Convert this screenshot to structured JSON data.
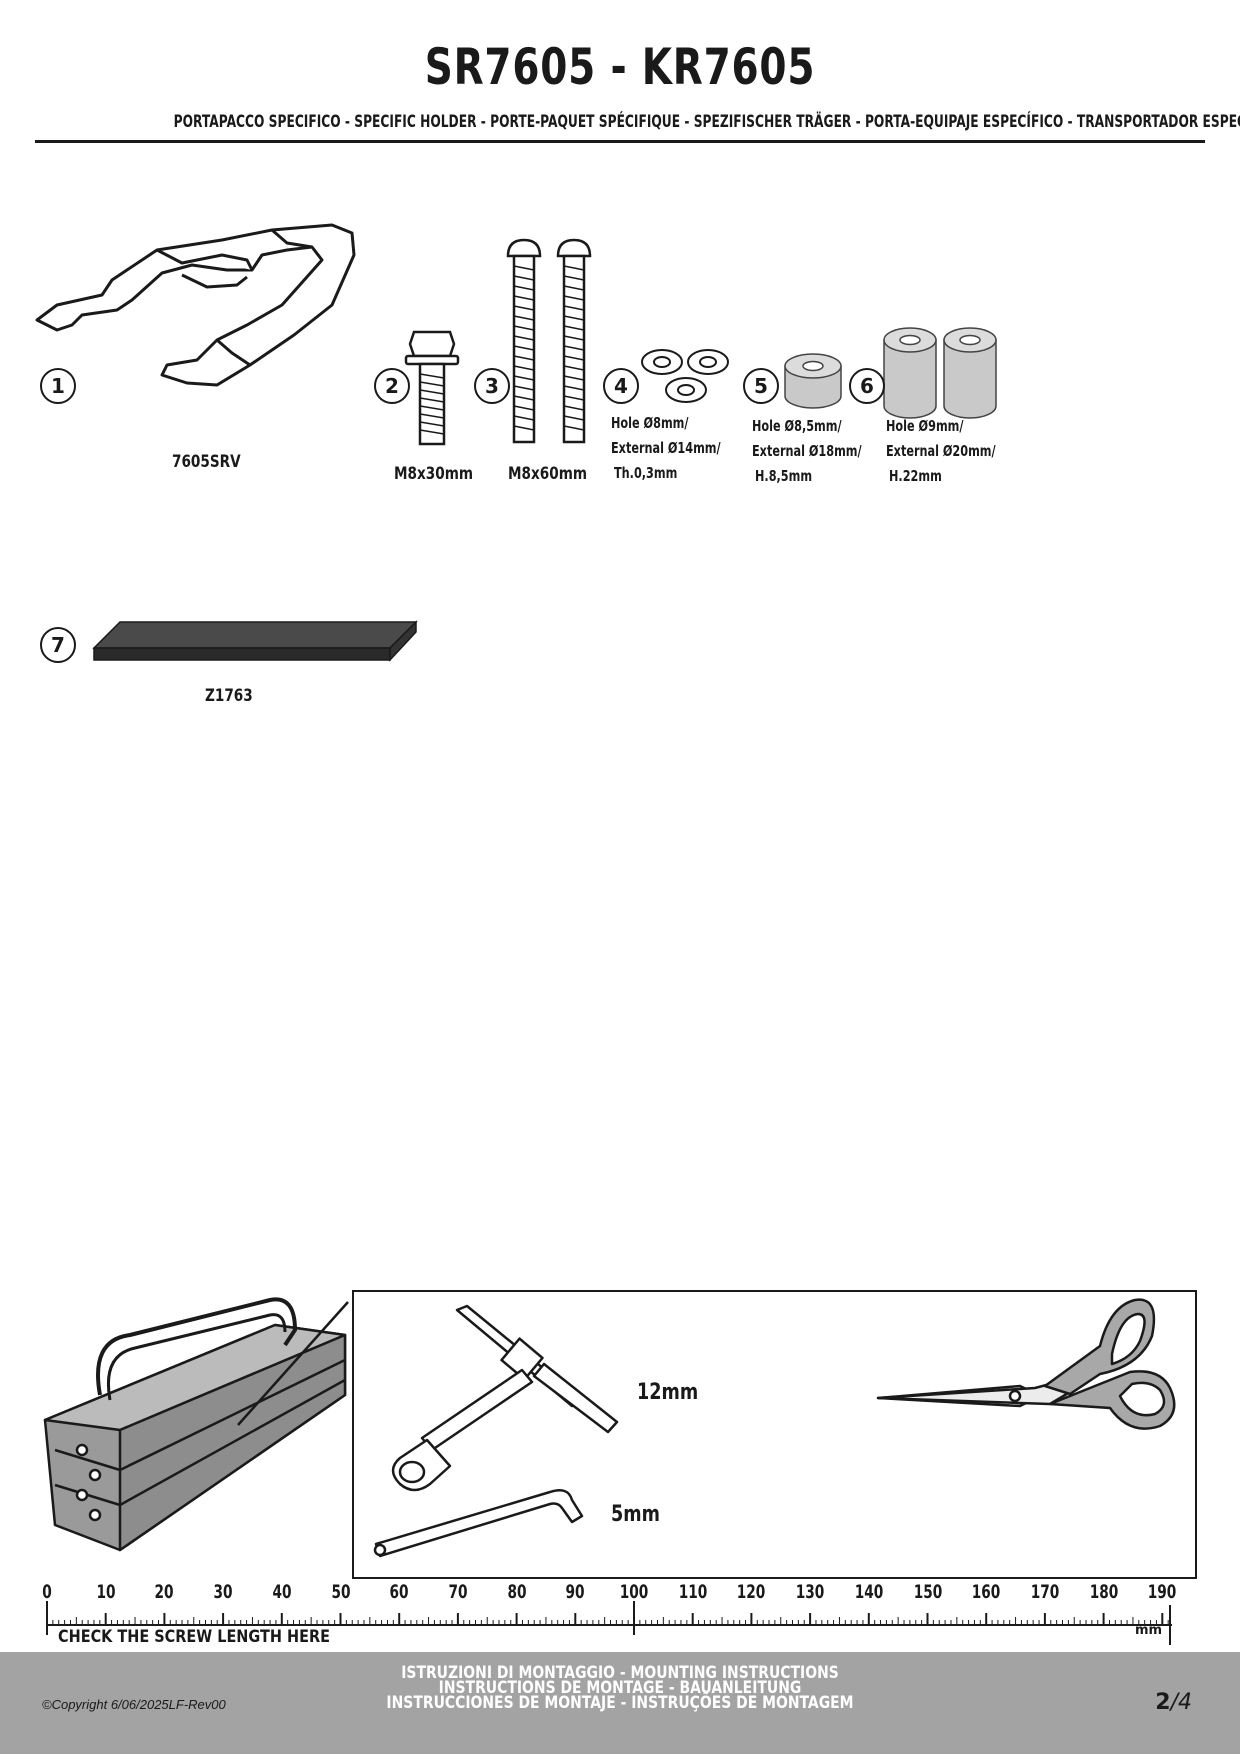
{
  "header": {
    "title": "SR7605 - KR7605",
    "subtitle": "PORTAPACCO SPECIFICO - SPECIFIC HOLDER - PORTE-PAQUET SPÉCIFIQUE - SPEZIFISCHER TRÄGER - PORTA-EQUIPAJE ESPECÍFICO - TRANSPORTADOR ESPECÍFICO"
  },
  "parts": [
    {
      "num": "1",
      "label": "7605SRV",
      "icon": "rack-icon"
    },
    {
      "num": "2",
      "label": "M8x30mm",
      "icon": "bolt-icon"
    },
    {
      "num": "3",
      "label": "M8x60mm",
      "icon": "long-bolt-icon"
    },
    {
      "num": "4",
      "lines": [
        "Hole Ø8mm/",
        "External Ø14mm/",
        "Th.0,3mm"
      ],
      "icon": "washer-icon"
    },
    {
      "num": "5",
      "lines": [
        "Hole Ø8,5mm/",
        "External Ø18mm/",
        "H.8,5mm"
      ],
      "icon": "spacer-icon"
    },
    {
      "num": "6",
      "lines": [
        "Hole Ø9mm/",
        "External Ø20mm/",
        "H.22mm"
      ],
      "icon": "tall-spacer-icon"
    },
    {
      "num": "7",
      "label": "Z1763",
      "icon": "pad-icon"
    }
  ],
  "tools": {
    "socket_wrench": "12mm",
    "allen_key": "5mm"
  },
  "ruler": {
    "ticks": [
      "0",
      "10",
      "20",
      "30",
      "40",
      "50",
      "60",
      "70",
      "80",
      "90",
      "100",
      "110",
      "120",
      "130",
      "140",
      "150",
      "160",
      "170",
      "180",
      "190"
    ],
    "note": "CHECK THE SCREW LENGTH HERE",
    "unit": "mm"
  },
  "footer": {
    "instructions": [
      "ISTRUZIONI DI MONTAGGIO  -  MOUNTING INSTRUCTIONS",
      "INSTRUCTIONS DE MONTAGE - BAUANLEITUNG",
      "INSTRUCCIONES DE MONTAJE - INSTRUÇÕES DE MONTAGEM"
    ],
    "copyright": "©Copyright 6/06/2025LF-Rev00",
    "page": "2",
    "total": "/4"
  }
}
